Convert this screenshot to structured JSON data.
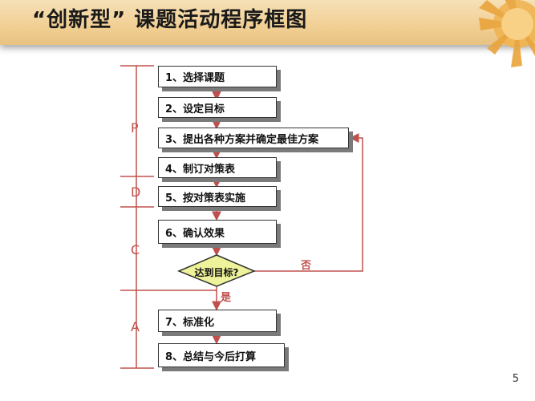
{
  "title": "“创新型”  课题活动程序框图",
  "steps": [
    "1、选择课题",
    "2、设定目标",
    "3、提出各种方案并确定最佳方案",
    "4、制订对策表",
    "5、按对策表实施",
    "6、确认效果",
    "7、标准化",
    "8、总结与今后打算"
  ],
  "decision": "达到目标?",
  "yes_label": "是",
  "no_label": "否",
  "phases": [
    "P",
    "D",
    "C",
    "A"
  ],
  "page_number": "5",
  "colors": {
    "accent": "#c0504d",
    "decision_fill": "#eef29a",
    "header": "#f1cf93"
  }
}
